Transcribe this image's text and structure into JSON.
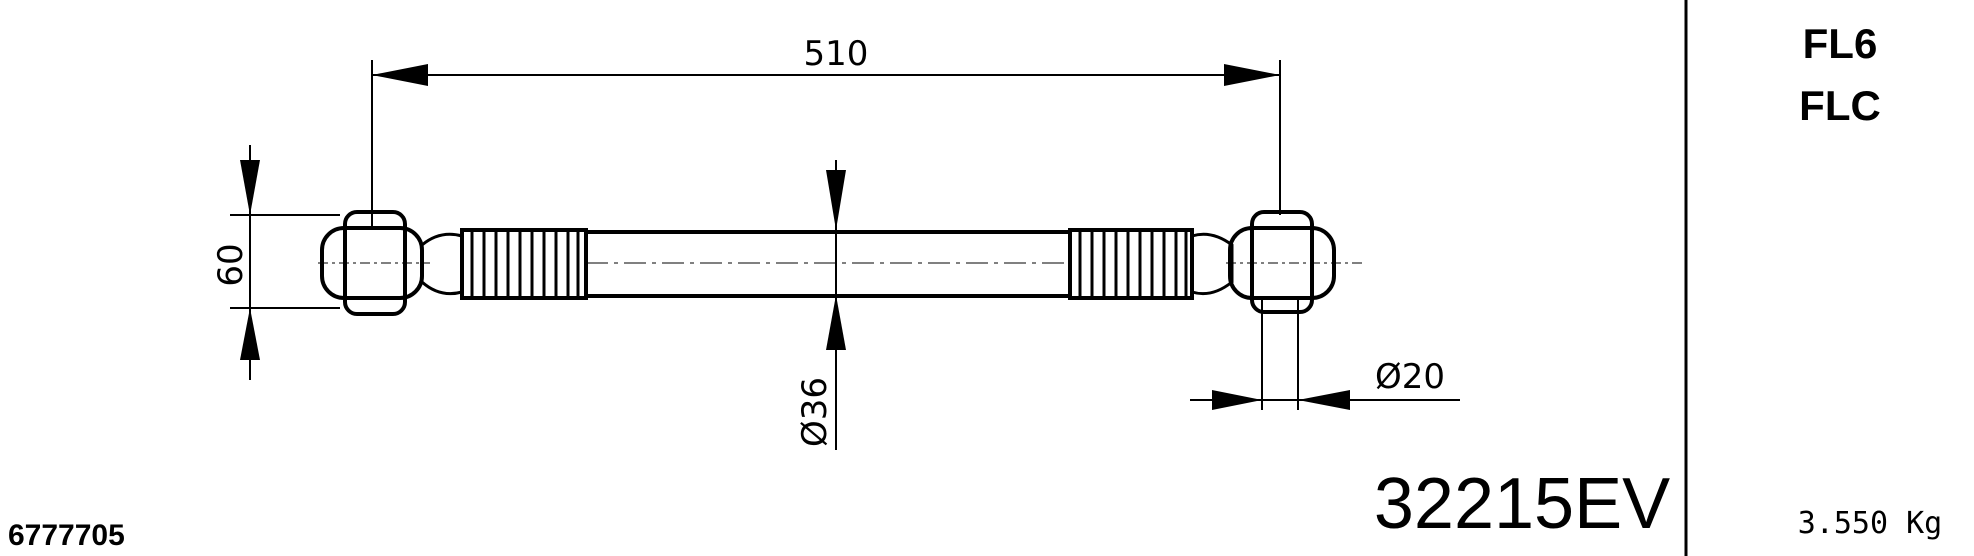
{
  "dimensions": {
    "length": "510",
    "end_height": "60",
    "tube_diameter": "Ø36",
    "pin_diameter": "Ø20"
  },
  "models": [
    "FL6",
    "FLC"
  ],
  "part_number": "32215EV",
  "reference_number": "6777705",
  "weight": "3.550 Kg"
}
